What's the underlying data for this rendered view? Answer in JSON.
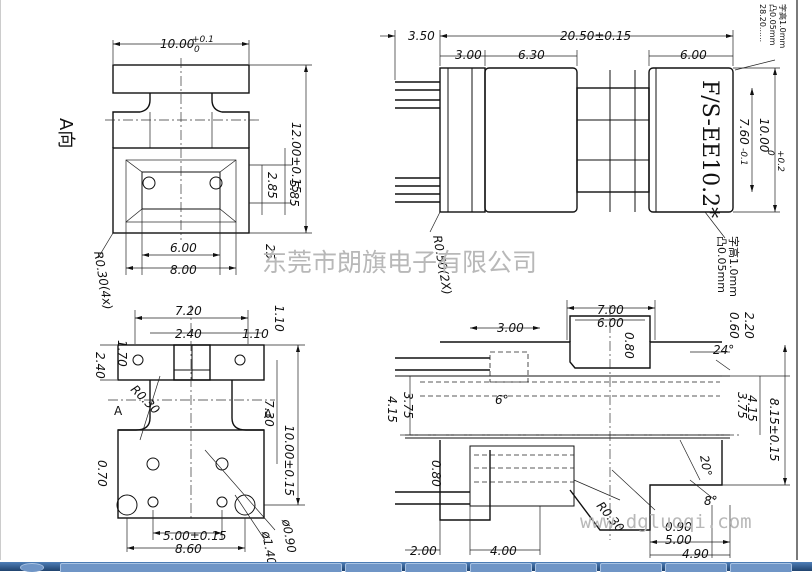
{
  "drawing": {
    "view_label": "A向",
    "marking": "F/S-EE10.2*",
    "watermark": "东莞市朗旗电子有限公司",
    "watermark_url": "www.dgluoqi.com"
  },
  "notes": {
    "top_right_1": "字高1.0mm",
    "top_right_2": "凸0.05mm",
    "top_right_3": "28.20......",
    "side_1": "字高1.0mm",
    "side_2": "凸0.05mm"
  },
  "dims_a": {
    "top_width": "10.00",
    "top_tol": "+0.1",
    "top_tol_b": "0",
    "height": "12.00±0.15",
    "h285": "2.85",
    "h585": "5.85",
    "w600": "6.00",
    "w800": "8.00",
    "r030": "R0.30(4x)",
    "d25": "25"
  },
  "dims_b": {
    "w350": "3.50",
    "w2050": "20.50±0.15",
    "w300": "3.00",
    "w630": "6.30",
    "w600": "6.00",
    "h1000": "10.00",
    "h1000_tol": "+0.2",
    "h1000_tol_b": "0",
    "h760": "7.60",
    "h760_tol": "-0.1",
    "r050": "R0.50(2X)"
  },
  "dims_c": {
    "w720": "7.20",
    "w240": "2.40",
    "w110": "1.10",
    "h110": "1.10",
    "h170": "1.70",
    "h240": "2.40",
    "r030": "R0.30",
    "h730": "7.30",
    "h1000": "10.00±0.15",
    "h070": "0.70",
    "w500": "5.00±0.15",
    "w860": "8.60",
    "d090": "ø0.90",
    "d140": "ø1.40",
    "sec_a": "A",
    "sec_a2": "A"
  },
  "dims_d": {
    "w700": "7.00",
    "w600": "6.00",
    "w300": "3.00",
    "h080": "0.80",
    "h220": "2.20",
    "h060": "0.60",
    "a24": "24°",
    "a6": "6°",
    "h375": "3.75",
    "h415": "4.15",
    "h375b": "3.75",
    "h415b": "4.15",
    "h815": "8.15±0.15",
    "h080b": "0.80",
    "a20": "20°",
    "a8": "8°",
    "r030": "R0.30",
    "w090": "0.90",
    "w500": "5.00",
    "w490": "4.90",
    "w200": "2.00",
    "w400": "4.00"
  }
}
